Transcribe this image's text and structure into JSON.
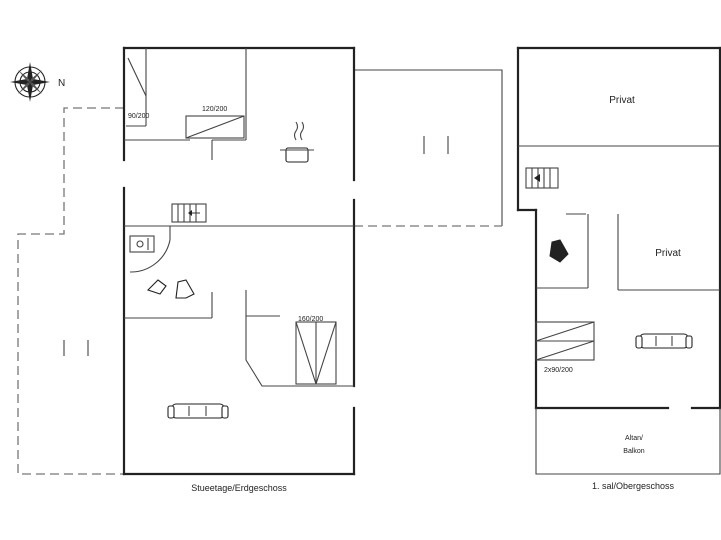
{
  "compass": {
    "north_label": "N"
  },
  "floors": {
    "ground": {
      "caption": "Stueetage/Erdgeschoss",
      "bed_sizes": [
        "90/200",
        "120/200",
        "160/200"
      ]
    },
    "upper": {
      "caption": "1. sal/Obergeschoss",
      "rooms": {
        "private_top": "Privat",
        "private_mid": "Privat",
        "balcony_line1": "Altan/",
        "balcony_line2": "Balkon"
      },
      "bed_sizes": [
        "2x90/200"
      ]
    }
  },
  "icons": [
    "compass-icon",
    "stove-icon",
    "stairs-icon",
    "bath-icon",
    "armchair-icon",
    "sofa-icon",
    "bed-icon"
  ]
}
